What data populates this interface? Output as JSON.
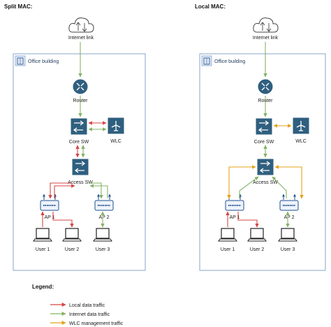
{
  "panels": [
    {
      "title": "Split MAC:",
      "internet_label": "Internet link",
      "building_label": "Office building",
      "router_label": "Router",
      "core_label": "Core SW",
      "wlc_label": "WLC",
      "access_label": "Access SW",
      "ap1_label": "AP 1",
      "ap2_label": "AP 2",
      "user1_label": "User 1",
      "user2_label": "User 2",
      "user3_label": "User 3"
    },
    {
      "title": "Local MAC:",
      "internet_label": "Internet link",
      "building_label": "Office building",
      "router_label": "Router",
      "core_label": "Core SW",
      "wlc_label": "WLC",
      "access_label": "Access SW",
      "ap1_label": "AP 1",
      "ap2_label": "AP 2",
      "user1_label": "User 1",
      "user2_label": "User 2",
      "user3_label": "User 3"
    }
  ],
  "legend": {
    "title": "Legend:",
    "items": [
      {
        "label": "Local data traffic",
        "color": "#d64545"
      },
      {
        "label": "Internet data traffic",
        "color": "#82b366"
      },
      {
        "label": "WLC management traffic",
        "color": "#e3a21a"
      }
    ]
  },
  "colors": {
    "local": "#d64545",
    "internet": "#82b366",
    "management": "#e3a21a",
    "device": "#2f5f7f",
    "ap_blue": "#1f4f8f"
  }
}
